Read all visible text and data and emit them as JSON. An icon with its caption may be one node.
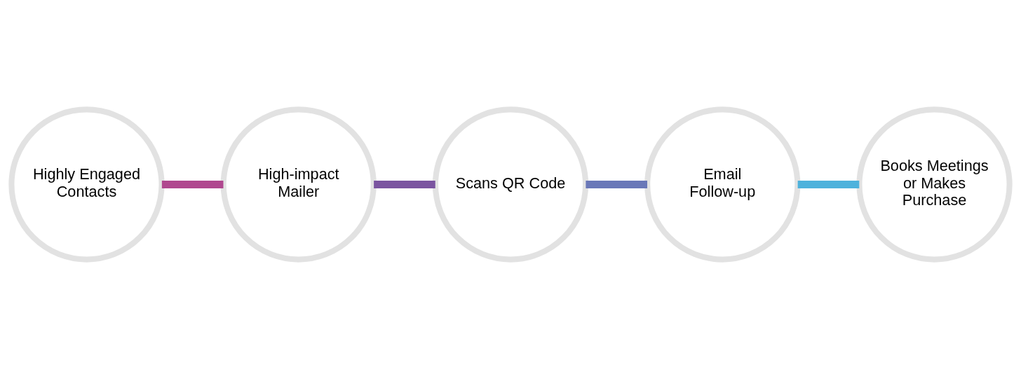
{
  "diagram": {
    "nodes": [
      {
        "text": [
          "Highly Engaged Contacts"
        ]
      },
      {
        "text": [
          "High-impact Mailer"
        ]
      },
      {
        "text": [
          "Scans QR Code"
        ]
      },
      {
        "text": [
          "Email Follow-up"
        ]
      },
      {
        "text": [
          "Books Meetings or Makes Purchase"
        ]
      }
    ],
    "edges": [
      {
        "from": 0,
        "to": 1,
        "arrow": "none",
        "color": "#b0488f"
      },
      {
        "from": 1,
        "to": 2,
        "arrow": "none",
        "color": "#7b55a0"
      },
      {
        "from": 2,
        "to": 3,
        "arrow": "none",
        "color": "#6a78b8"
      },
      {
        "from": 3,
        "to": 4,
        "arrow": "none",
        "color": "#4eb2dc"
      }
    ]
  }
}
